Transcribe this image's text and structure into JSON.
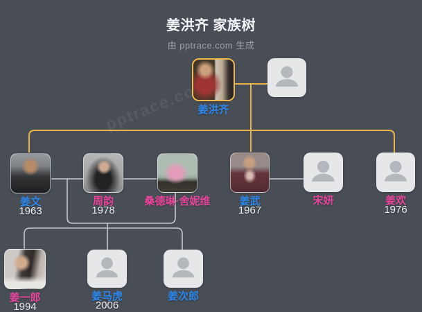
{
  "header": {
    "title": "姜洪齐 家族树",
    "subtitle": "由 pptrace.com 生成"
  },
  "watermark": "pptrace.com",
  "colors": {
    "background": "#494E56",
    "title": "#F2F3F5",
    "subtitle": "#9BA1A9",
    "male": "#2E86E8",
    "female": "#E5459B",
    "year_text": "#ECEDEF",
    "root_connector": "#E8B54D",
    "root_highlight": "#F0B84E",
    "connector": "#C6CAD0"
  },
  "tree": {
    "generation1": [
      {
        "name": "姜洪齐",
        "year": "",
        "gender": "male",
        "type": "photo",
        "root": true
      },
      {
        "name": "",
        "year": "",
        "gender": "",
        "type": "placeholder"
      }
    ],
    "generation2": [
      {
        "name": "姜文",
        "year": "1963",
        "gender": "male",
        "type": "photo"
      },
      {
        "name": "周韵",
        "year": "1978",
        "gender": "female",
        "type": "photo"
      },
      {
        "name": "桑德琳·舍妮维",
        "year": "",
        "gender": "female",
        "type": "photo"
      },
      {
        "name": "姜武",
        "year": "1967",
        "gender": "male",
        "type": "photo"
      },
      {
        "name": "宋妍",
        "year": "",
        "gender": "female",
        "type": "placeholder"
      },
      {
        "name": "姜欢",
        "year": "1976",
        "gender": "female",
        "type": "placeholder"
      }
    ],
    "generation3": [
      {
        "name": "姜一郎",
        "year": "1994",
        "gender": "female",
        "type": "photo"
      },
      {
        "name": "姜马虎",
        "year": "2006",
        "gender": "male",
        "type": "placeholder"
      },
      {
        "name": "姜次郎",
        "year": "",
        "gender": "male",
        "type": "placeholder"
      }
    ]
  }
}
